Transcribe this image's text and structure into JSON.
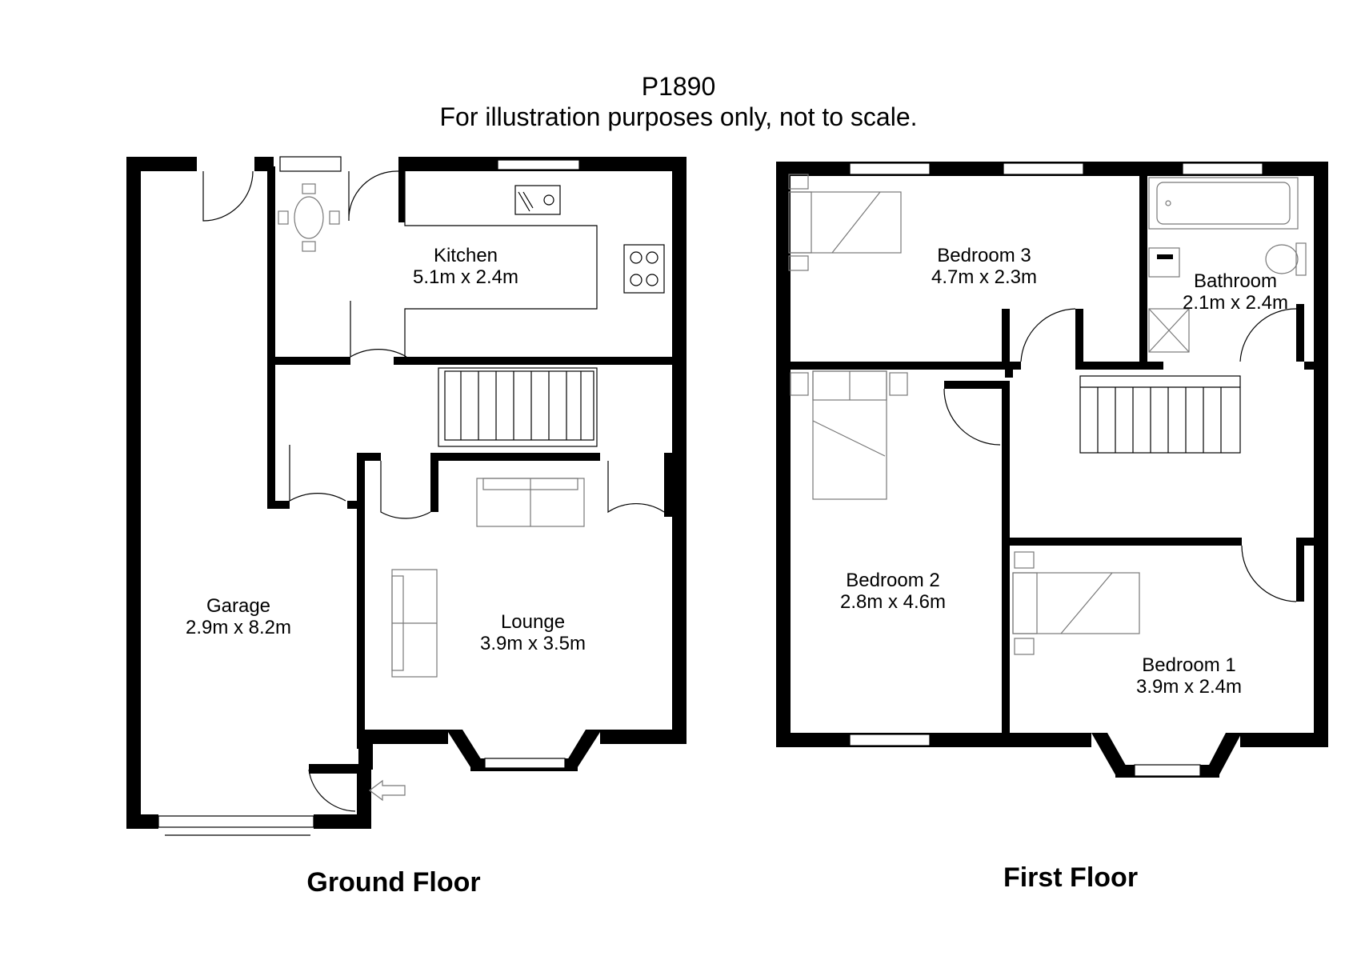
{
  "header": {
    "reference": "P1890",
    "disclaimer": "For illustration purposes only, not to scale."
  },
  "floors": {
    "ground": {
      "label": "Ground Floor",
      "rooms": {
        "garage": {
          "name": "Garage",
          "size": "2.9m x 8.2m"
        },
        "kitchen": {
          "name": "Kitchen",
          "size": "5.1m x 2.4m"
        },
        "lounge": {
          "name": "Lounge",
          "size": "3.9m x 3.5m"
        }
      }
    },
    "first": {
      "label": "First Floor",
      "rooms": {
        "bedroom3": {
          "name": "Bedroom 3",
          "size": "4.7m x 2.3m"
        },
        "bathroom": {
          "name": "Bathroom",
          "size": "2.1m x 2.4m"
        },
        "bedroom2": {
          "name": "Bedroom 2",
          "size": "2.8m x 4.6m"
        },
        "bedroom1": {
          "name": "Bedroom 1",
          "size": "3.9m x 2.4m"
        }
      }
    }
  },
  "colors": {
    "wall": "#000000",
    "background": "#ffffff",
    "fixture_stroke": "#777777"
  },
  "icons": [
    "entrance-arrow-icon",
    "sink-icon",
    "hob-icon",
    "bath-icon",
    "toilet-icon",
    "shower-icon",
    "bed-icon",
    "sofa-icon",
    "dining-table-icon",
    "stairs-icon"
  ]
}
